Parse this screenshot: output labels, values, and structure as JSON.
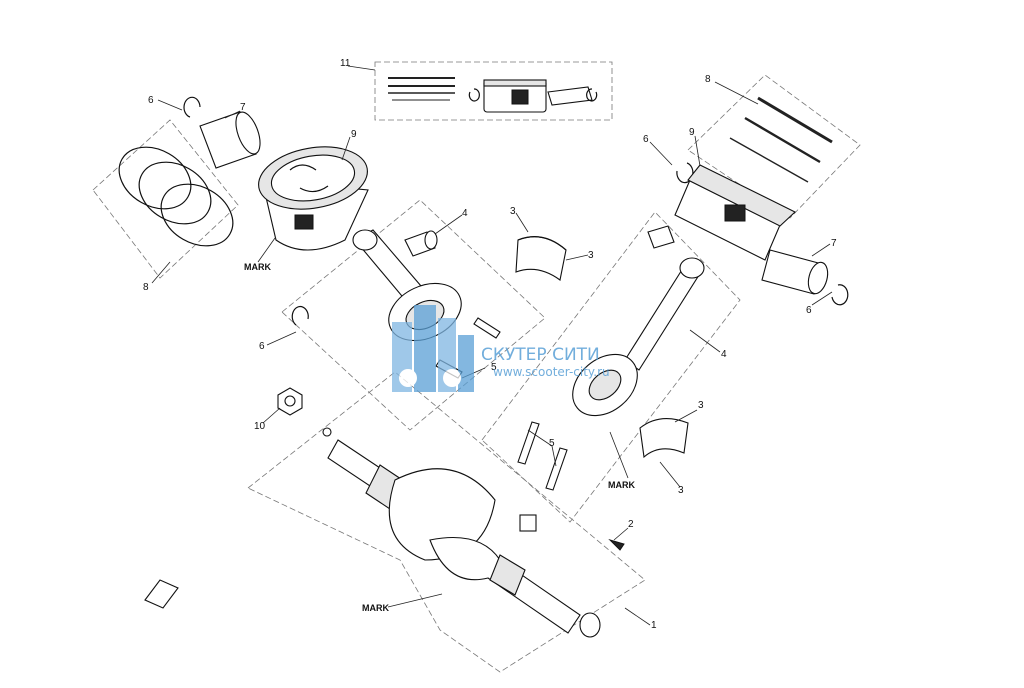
{
  "callouts": {
    "c1": "1",
    "c2": "2",
    "c3a": "3",
    "c3b": "3",
    "c3c": "3",
    "c3d": "3",
    "c4a": "4",
    "c4b": "4",
    "c5a": "5",
    "c5b": "5",
    "c6a": "6",
    "c6b": "6",
    "c6c": "6",
    "c6d": "6",
    "c7a": "7",
    "c7b": "7",
    "c8a": "8",
    "c8b": "8",
    "c9a": "9",
    "c9b": "9",
    "c10": "10",
    "c11": "11"
  },
  "marks": {
    "piston_mark": "MARK",
    "rod_mark": "MARK",
    "crank_mark": "MARK"
  },
  "watermark": {
    "title": "СКУТЕР СИТИ",
    "url": "www.scooter-city.ru"
  }
}
